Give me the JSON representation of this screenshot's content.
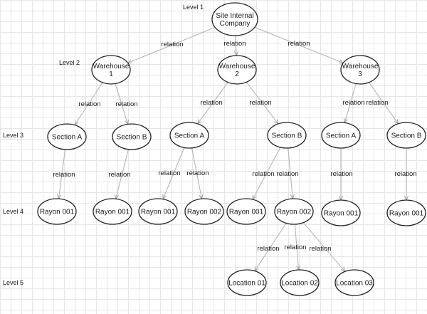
{
  "levels": [
    "Level 1",
    "Level 2",
    "Level 3",
    "Level 4",
    "Level 5"
  ],
  "edge_label": "relation",
  "nodes": {
    "site": {
      "lines": [
        "Site Internal",
        "Company"
      ]
    },
    "w1": {
      "lines": [
        "Warehouse",
        "1"
      ]
    },
    "w2": {
      "lines": [
        "Warehouse",
        "2"
      ]
    },
    "w3": {
      "lines": [
        "Warehouse",
        "3"
      ]
    },
    "w1a": {
      "lines": [
        "Section A"
      ]
    },
    "w1b": {
      "lines": [
        "Section B"
      ]
    },
    "w2a": {
      "lines": [
        "Section A"
      ]
    },
    "w2b": {
      "lines": [
        "Section B"
      ]
    },
    "w3a": {
      "lines": [
        "Section A"
      ]
    },
    "w3b": {
      "lines": [
        "Section B"
      ]
    },
    "r1": {
      "lines": [
        "Rayon 001"
      ]
    },
    "r2": {
      "lines": [
        "Rayon 001"
      ]
    },
    "r3": {
      "lines": [
        "Rayon 001"
      ]
    },
    "r4": {
      "lines": [
        "Rayon 002"
      ]
    },
    "r5": {
      "lines": [
        "Rayon 001"
      ]
    },
    "r6": {
      "lines": [
        "Rayon 002"
      ]
    },
    "r7": {
      "lines": [
        "Rayon 001"
      ]
    },
    "r8": {
      "lines": [
        "Rayon 001"
      ]
    },
    "l1": {
      "lines": [
        "Location 01"
      ]
    },
    "l2": {
      "lines": [
        "Location 02"
      ]
    },
    "l3": {
      "lines": [
        "Location 03"
      ]
    }
  },
  "edges": [
    {
      "from": "site",
      "to": "w1"
    },
    {
      "from": "site",
      "to": "w2"
    },
    {
      "from": "site",
      "to": "w3"
    },
    {
      "from": "w1",
      "to": "w1a"
    },
    {
      "from": "w1",
      "to": "w1b"
    },
    {
      "from": "w2",
      "to": "w2a"
    },
    {
      "from": "w2",
      "to": "w2b"
    },
    {
      "from": "w3",
      "to": "w3a"
    },
    {
      "from": "w3",
      "to": "w3b"
    },
    {
      "from": "w1a",
      "to": "r1"
    },
    {
      "from": "w1b",
      "to": "r2"
    },
    {
      "from": "w2a",
      "to": "r3"
    },
    {
      "from": "w2a",
      "to": "r4"
    },
    {
      "from": "w2b",
      "to": "r5"
    },
    {
      "from": "w2b",
      "to": "r6"
    },
    {
      "from": "w3a",
      "to": "r7"
    },
    {
      "from": "w3b",
      "to": "r8"
    },
    {
      "from": "r6",
      "to": "l1"
    },
    {
      "from": "r6",
      "to": "l2"
    },
    {
      "from": "r6",
      "to": "l3"
    }
  ]
}
